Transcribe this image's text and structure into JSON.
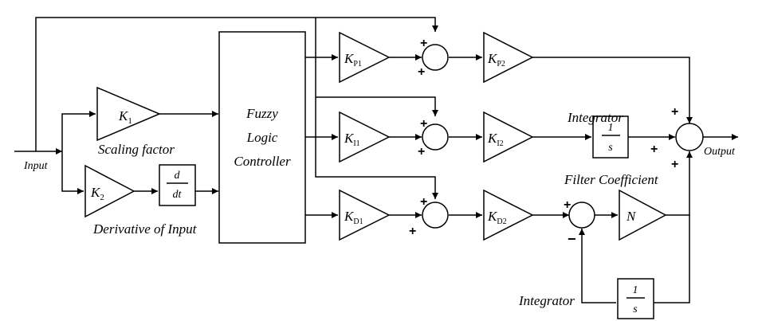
{
  "diagram": {
    "input_label": "Input",
    "output_label": "Output",
    "flc": {
      "line1": "Fuzzy",
      "line2": "Logic",
      "line3": "Controller"
    },
    "scaling_factor": "Scaling factor",
    "derivative_of_input": "Derivative of Input",
    "integrator_top": "Integrator",
    "integrator_bottom": "Integrator",
    "filter_coefficient": "Filter Coefficient",
    "derivative_block": {
      "num": "d",
      "den": "dt"
    },
    "integrator_block": {
      "num": "1",
      "den": "s"
    },
    "gains": {
      "k1": {
        "base": "K",
        "sub": "1"
      },
      "k2": {
        "base": "K",
        "sub": "2"
      },
      "kp1": {
        "base": "K",
        "sub": "P1"
      },
      "kp2": {
        "base": "K",
        "sub": "P2"
      },
      "ki1": {
        "base": "K",
        "sub": "I1"
      },
      "ki2": {
        "base": "K",
        "sub": "I2"
      },
      "kd1": {
        "base": "K",
        "sub": "D1"
      },
      "kd2": {
        "base": "K",
        "sub": "D2"
      },
      "n": {
        "base": "N",
        "sub": ""
      }
    },
    "signs": {
      "plus": "+",
      "minus": "−"
    }
  }
}
